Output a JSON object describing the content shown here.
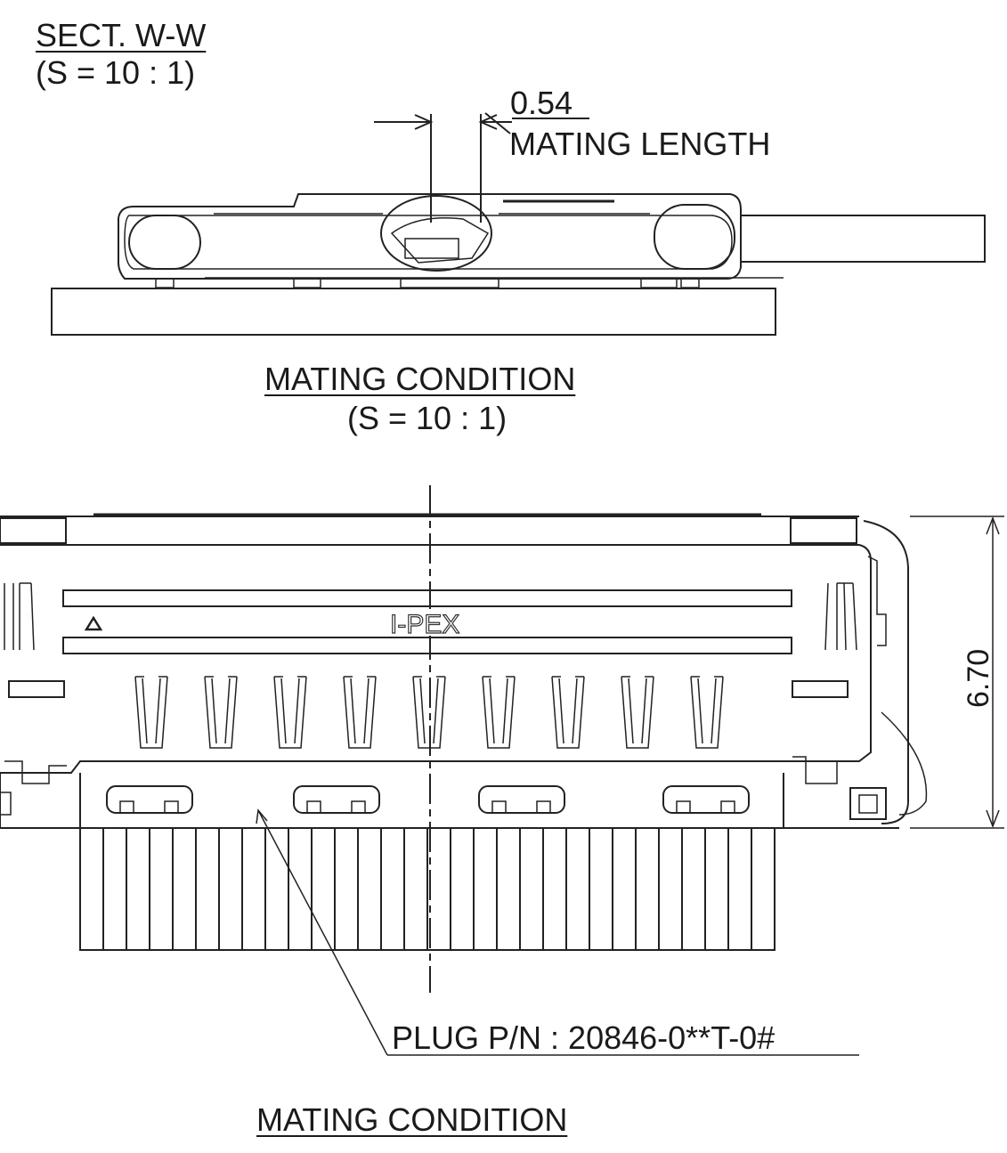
{
  "section_title": "SECT. W-W",
  "section_scale": "(S = 10 : 1)",
  "dim_mating_length_value": "0.54",
  "dim_mating_length_label": "MATING LENGTH",
  "top_caption": "MATING CONDITION",
  "top_caption_scale": "(S = 10 : 1)",
  "logo_text": "I-PEX",
  "dim_height_value": "6.70",
  "plug_pn": "PLUG P/N : 20846-0**T-0#",
  "bottom_caption": "MATING CONDITION"
}
